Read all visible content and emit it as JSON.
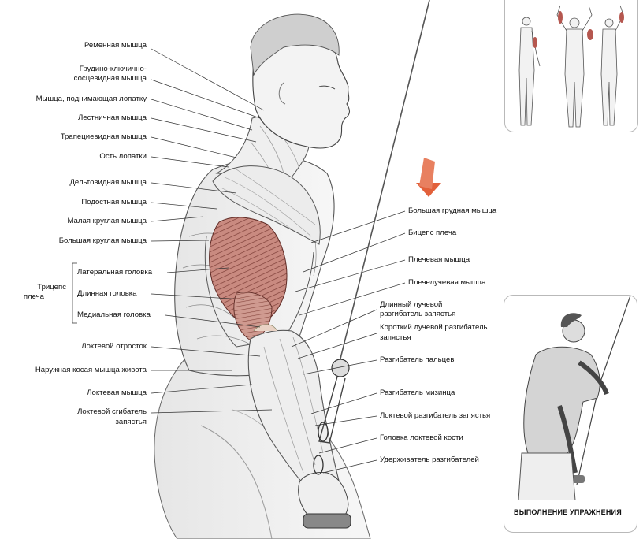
{
  "labels_left": [
    {
      "id": "remennaya",
      "text": "Ременная мышца"
    },
    {
      "id": "grudino1",
      "text": "Грудино-ключично-"
    },
    {
      "id": "grudino2",
      "text": "сосцевидная мышца"
    },
    {
      "id": "podnim",
      "text": "Мышца, поднимающая лопатку"
    },
    {
      "id": "lestn",
      "text": "Лестничная мышца"
    },
    {
      "id": "trapec",
      "text": "Трапециевидная мышца"
    },
    {
      "id": "ost",
      "text": "Ость лопатки"
    },
    {
      "id": "delt",
      "text": "Дельтовидная мышца"
    },
    {
      "id": "podost",
      "text": "Подостная мышца"
    },
    {
      "id": "malaya",
      "text": "Малая круглая мышца"
    },
    {
      "id": "bolshaya",
      "text": "Большая круглая мышца"
    },
    {
      "id": "lateral",
      "text": "Латеральная головка"
    },
    {
      "id": "dlinnaya",
      "text": "Длинная головка"
    },
    {
      "id": "medial",
      "text": "Медиальная головка"
    },
    {
      "id": "lokt_otr",
      "text": "Локтевой отросток"
    },
    {
      "id": "kosaya",
      "text": "Наружная косая мышца живота"
    },
    {
      "id": "loktevaya",
      "text": "Локтевая мышца"
    },
    {
      "id": "sgib1",
      "text": "Локтевой сгибатель"
    },
    {
      "id": "sgib2",
      "text": "запястья"
    }
  ],
  "triceps_group": {
    "line1": "Трицепс",
    "line2": "плеча"
  },
  "labels_right": [
    {
      "id": "grudnaya",
      "text": "Большая грудная мышца"
    },
    {
      "id": "biceps",
      "text": "Бицепс плеча"
    },
    {
      "id": "plechevaya",
      "text": "Плечевая мышца"
    },
    {
      "id": "plecheluch",
      "text": "Плечелучевая мышца"
    },
    {
      "id": "dl_luch1",
      "text": "Длинный лучевой"
    },
    {
      "id": "dl_luch2",
      "text": "разгибатель запястья"
    },
    {
      "id": "kor_luch1",
      "text": "Короткий лучевой разгибатель"
    },
    {
      "id": "kor_luch2",
      "text": "запястья"
    },
    {
      "id": "razg_palc",
      "text": "Разгибатель пальцев"
    },
    {
      "id": "razg_miz",
      "text": "Разгибатель мизинца"
    },
    {
      "id": "lokt_razg",
      "text": "Локтевой разгибатель запястья"
    },
    {
      "id": "golovka",
      "text": "Головка локтевой кости"
    },
    {
      "id": "uderzh",
      "text": "Удерживатель разгибателей"
    }
  ],
  "exercise_caption": "ВЫПОЛНЕНИЕ УПРАЖНЕНИЯ",
  "colors": {
    "muscle_highlight": "#b5574f",
    "arrow": "#e2603a",
    "line": "#333333",
    "panel_border": "#b9b9b9"
  }
}
